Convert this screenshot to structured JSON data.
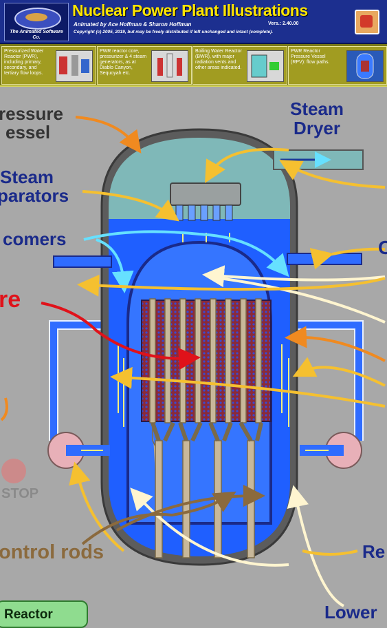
{
  "header": {
    "title": "Nuclear Power Plant Illustrations",
    "subtitle": "Animated by Ace Hoffman & Sharon Hoffman",
    "version": "Vers.: 2.40.00",
    "copyright": "Copyright (c) 2005, 2019, but may be freely distributed if left unchanged and intact (complete).",
    "logo_text": "The Animated Software Co."
  },
  "thumbnails": [
    {
      "text": "Pressurized Water Reactor (PWR), including primary, secondary, and tertiary flow loops."
    },
    {
      "text": "PWR reactor core, pressurizer & 4 steam generators, as at Diablo Canyon, Sequoyah etc."
    },
    {
      "text": "Boiling Water Reactor (BWR), with major radiation vents and other areas indicated."
    },
    {
      "text": "PWR Reactor Pressure Vessel (RPV): flow paths."
    }
  ],
  "labels": {
    "pressure_vessel_1": "ressure",
    "pressure_vessel_2": "essel",
    "steam_dryer_1": "Steam",
    "steam_dryer_2": "Dryer",
    "steam_separators_1": "Steam",
    "steam_separators_2": "parators",
    "downcomers": "comers",
    "core": "re",
    "control_rods": "ontrol rods",
    "right_partial": "Re",
    "lower_partial": "Lower",
    "right_c": "C"
  },
  "controls": {
    "stop_label": "STOP",
    "reactor_button": "Reactor"
  },
  "colors": {
    "header_bg": "#1c2f8f",
    "title": "#ffe600",
    "label_blue": "#1a2a8a",
    "core_red": "#e0121a",
    "rods_brown": "#8b6a3d",
    "water_blue": "#1f5fff",
    "steam_teal": "#7fb8b8"
  }
}
